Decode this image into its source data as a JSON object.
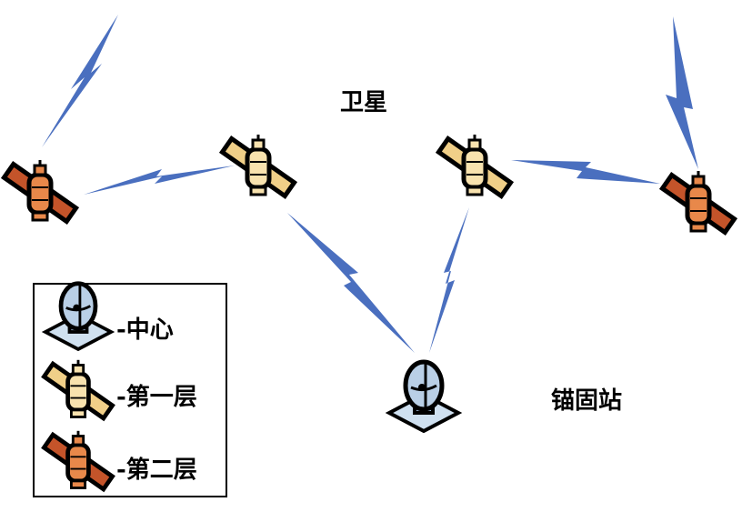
{
  "labels": {
    "satellite": "卫星",
    "anchor_station": "锚固站"
  },
  "legend": {
    "items": [
      {
        "icon": "ground-station-icon",
        "text": "-中心"
      },
      {
        "icon": "satellite-layer1-icon",
        "text": "-第一层"
      },
      {
        "icon": "satellite-layer2-icon",
        "text": "-第二层"
      }
    ]
  },
  "colors": {
    "link": "#4a6fbf",
    "layer1_body": "#f6dca0",
    "layer2_body": "#e07a3c",
    "layer2_panel": "#c4542a",
    "station_dish": "#b9cfe6"
  }
}
